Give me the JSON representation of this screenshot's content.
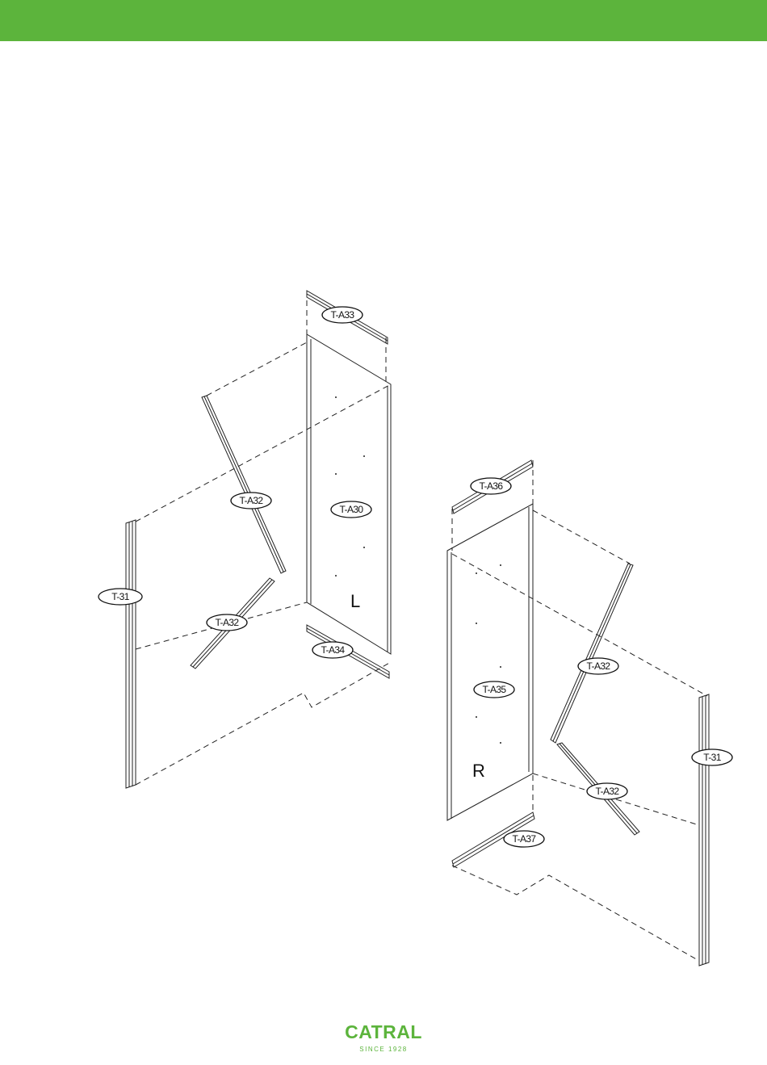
{
  "header": {
    "bar_color": "#5cb43c"
  },
  "diagram": {
    "parts": {
      "t_a33": "T-A33",
      "t_a32_left_upper": "T-A32",
      "t_a30": "T-A30",
      "t_31_left": "T-31",
      "t_a32_left_lower": "T-A32",
      "t_a34": "T-A34",
      "t_a36": "T-A36",
      "t_a32_right_upper": "T-A32",
      "t_a35": "T-A35",
      "t_31_right": "T-31",
      "t_a32_right_lower": "T-A32",
      "t_a37": "T-A37"
    },
    "side_left": "L",
    "side_right": "R"
  },
  "footer": {
    "brand": "CATRAL",
    "tagline": "SINCE 1928",
    "color": "#5cb43c"
  }
}
